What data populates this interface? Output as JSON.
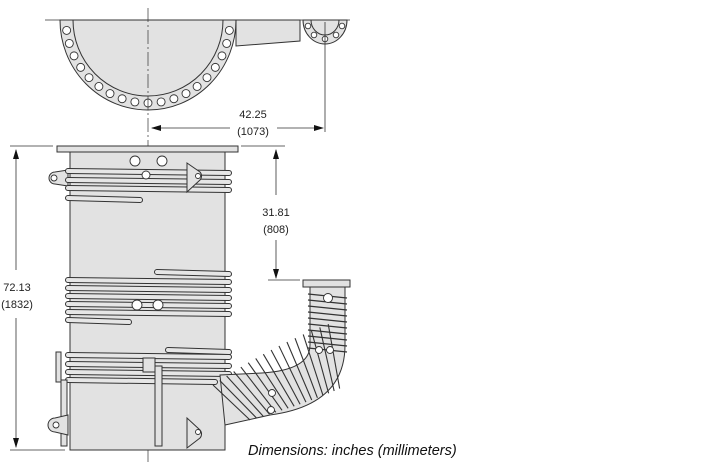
{
  "dimensions": {
    "offset": {
      "inches": "42.25",
      "mm": "(1073)"
    },
    "elbow_height": {
      "inches": "31.81",
      "mm": "(808)"
    },
    "overall_height": {
      "inches": "72.13",
      "mm": "(1832)"
    }
  },
  "caption": "Dimensions: inches (millimeters)"
}
